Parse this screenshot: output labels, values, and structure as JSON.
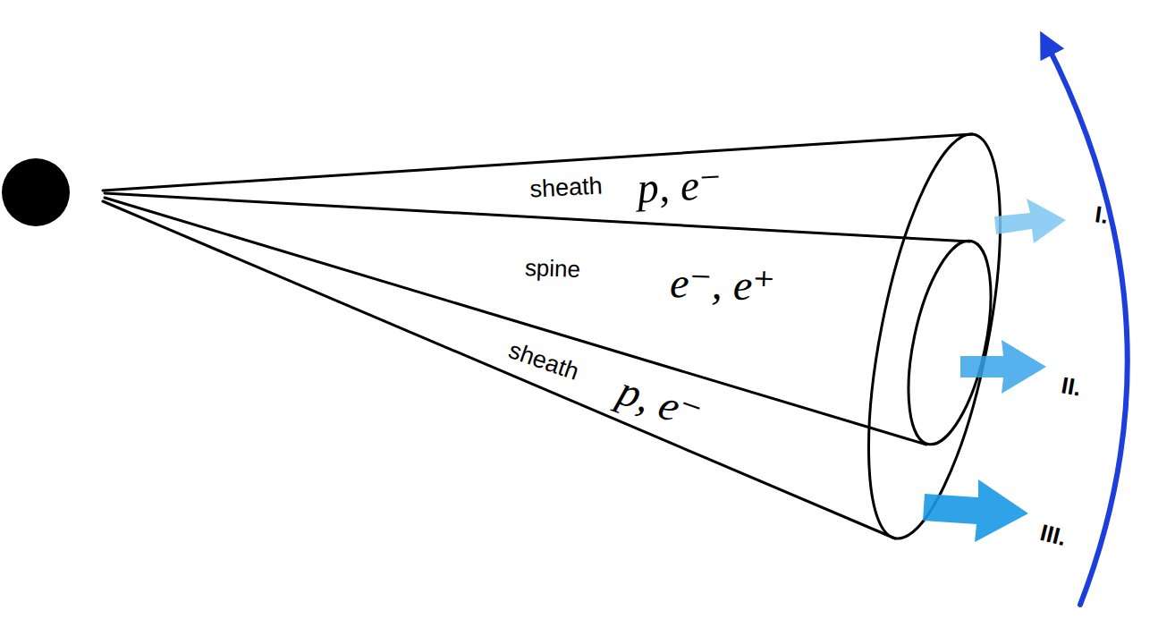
{
  "diagram": {
    "labels": [
      "sheath",
      "p, e⁻",
      "spine",
      "e⁻, e⁺",
      "sheath",
      "p, e⁻",
      "I.",
      "II.",
      "III."
    ]
  }
}
